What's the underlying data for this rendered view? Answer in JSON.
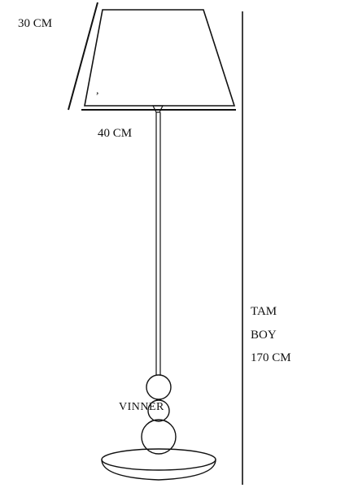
{
  "dimensions": {
    "shade_height": "30 CM",
    "shade_width": "40 CM",
    "total_height_line1": "TAM",
    "total_height_line2": "BOY",
    "total_height_value": "170 CM"
  },
  "brand": "VINNER",
  "colors": {
    "line": "#111111",
    "background": "#ffffff"
  }
}
